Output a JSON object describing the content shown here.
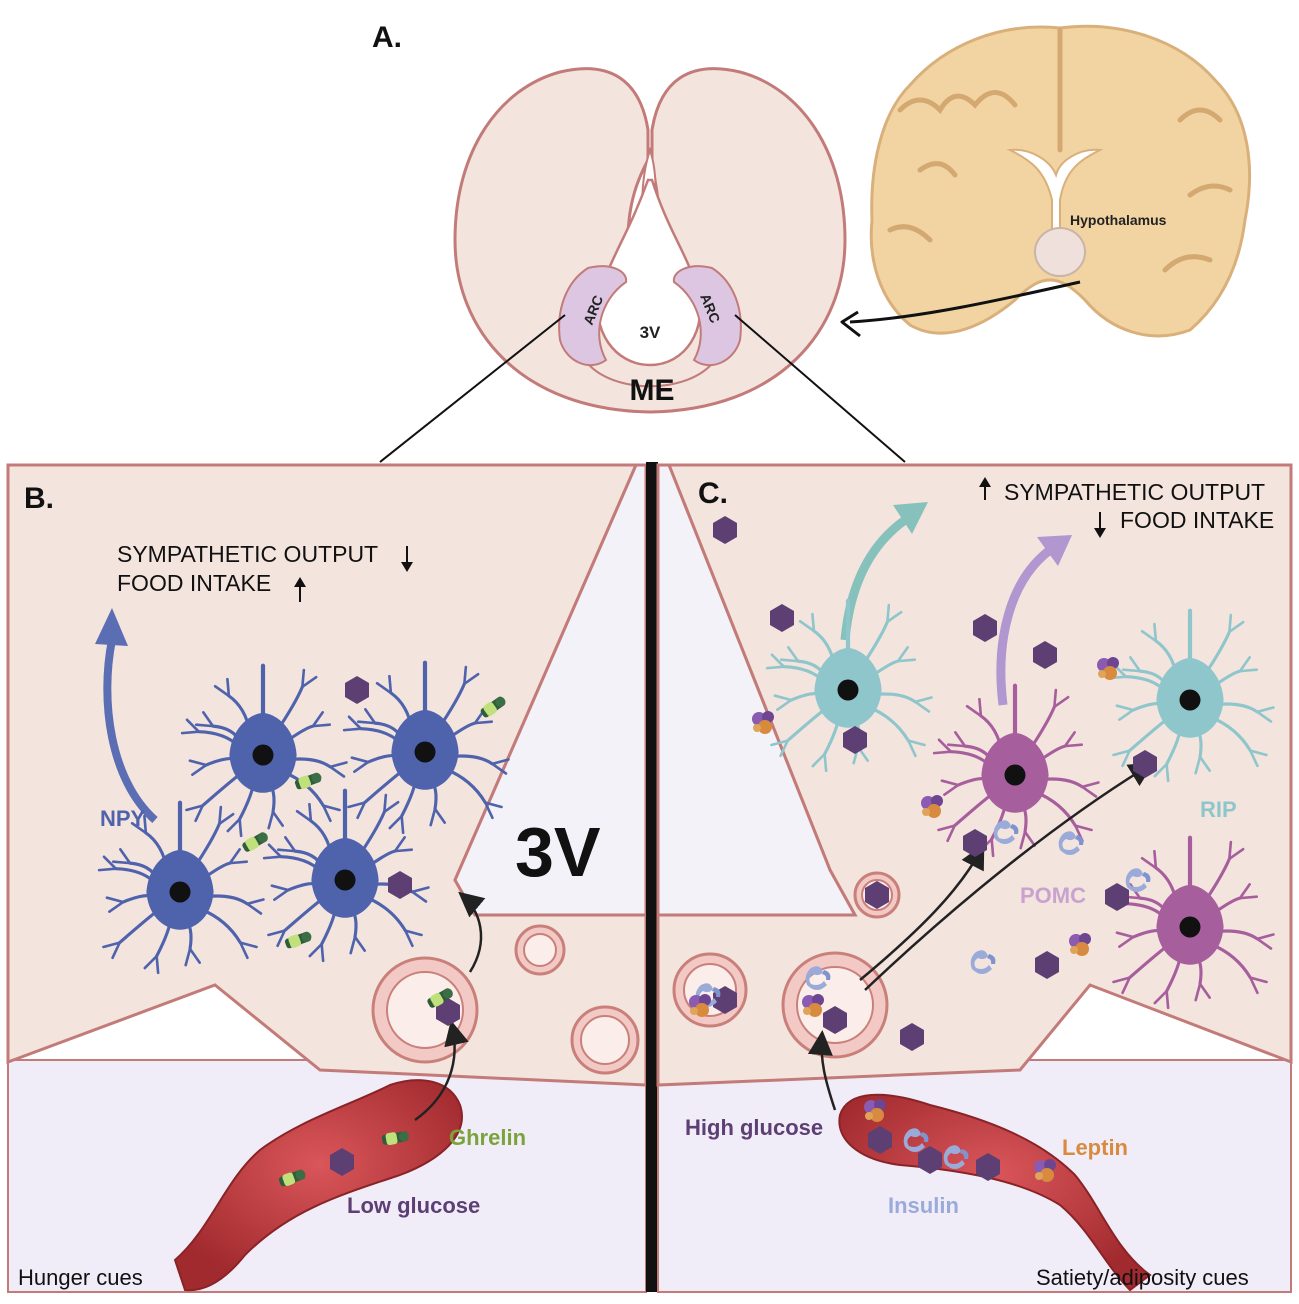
{
  "panelA": {
    "letter": "A.",
    "ventricle": "3V",
    "arc_left": "ARC",
    "arc_right": "ARC",
    "median_eminence": "ME",
    "brain_label": "Hypothalamus"
  },
  "panelB": {
    "letter": "B.",
    "line1": "SYMPATHETIC OUTPUT",
    "line2": "FOOD INTAKE",
    "neuron_label": "NPY",
    "ventricle": "3V",
    "hormone_label": "Ghrelin",
    "glucose_label": "Low glucose",
    "cue_label": "Hunger cues"
  },
  "panelC": {
    "letter": "C.",
    "line1": "SYMPATHETIC OUTPUT",
    "line2": "FOOD INTAKE",
    "neuron_label_rip": "RIP",
    "neuron_label_pomc": "POMC",
    "glucose_label": "High glucose",
    "leptin_label": "Leptin",
    "insulin_label": "Insulin",
    "cue_label": "Satiety/adiposity cues"
  },
  "colors": {
    "tissue": "#f4e4de",
    "tissue_border": "#c27b78",
    "arc": "#dcc6e2",
    "npy": "#4f63ad",
    "rip": "#8fc6cc",
    "pomc": "#a65f9c",
    "glucose": "#5d3f74",
    "ghrelin": "#7aa33c",
    "leptin": "#d88a3e",
    "insulin": "#9aaad9",
    "vessel": "#b9373a",
    "brain": "#f2d3a2"
  }
}
